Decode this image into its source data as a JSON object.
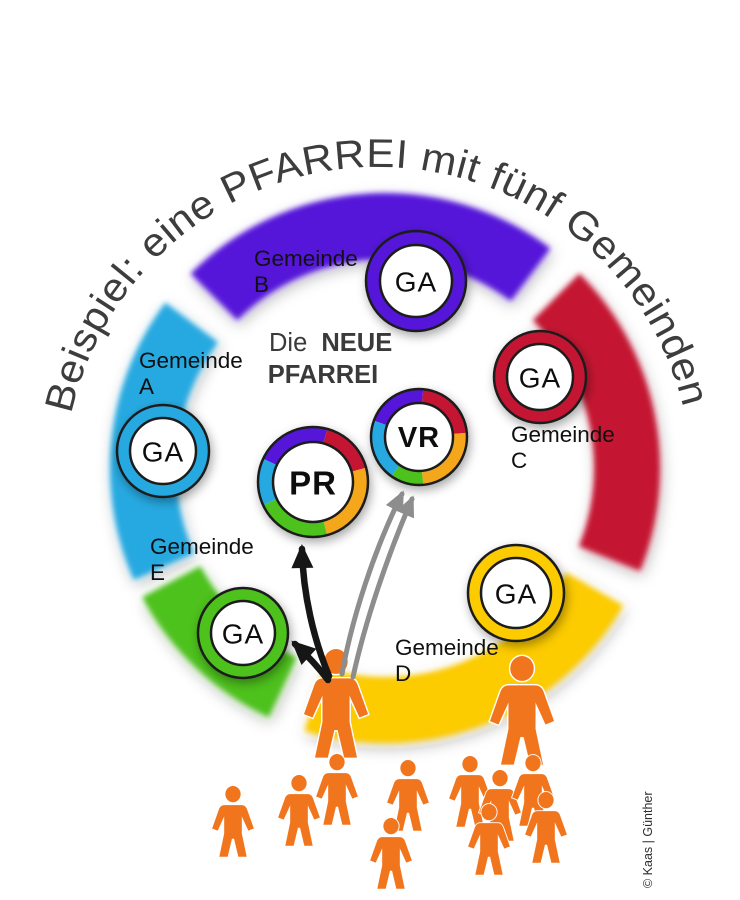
{
  "title": "Beispiel: eine PFARREI mit fünf Gemeinden",
  "center_label": {
    "prefix": "Die",
    "emphasis": "NEUE",
    "line2": "PFARREI"
  },
  "councils": {
    "pr": "PR",
    "vr": "VR",
    "ga": "GA"
  },
  "gemeinden": [
    {
      "name": "Gemeinde",
      "letter": "A"
    },
    {
      "name": "Gemeinde",
      "letter": "B"
    },
    {
      "name": "Gemeinde",
      "letter": "C"
    },
    {
      "name": "Gemeinde",
      "letter": "D"
    },
    {
      "name": "Gemeinde",
      "letter": "E"
    }
  ],
  "palette": {
    "cyan": "#25a9e1",
    "purple": "#5412d9",
    "red": "#c41231",
    "yellow": "#fccb00",
    "green": "#4ec11f",
    "gold": "#f5a71c",
    "people_orange": "#f1751d"
  },
  "credit": "© Kaas | Günther"
}
